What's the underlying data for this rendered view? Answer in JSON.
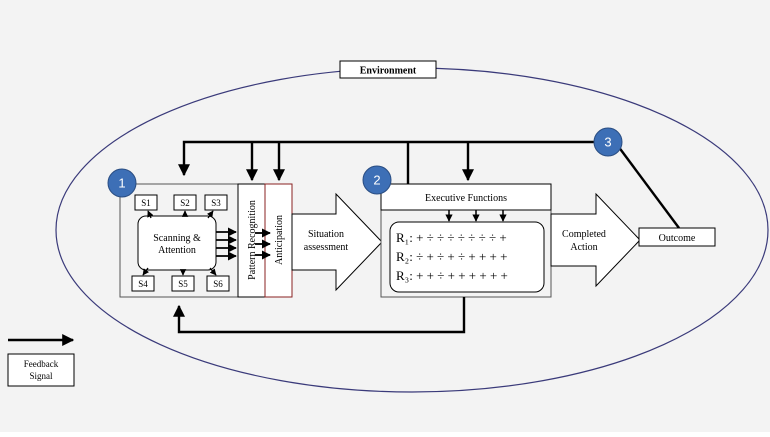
{
  "environment_label": "Environment",
  "badges": {
    "b1": "1",
    "b2": "2",
    "b3": "3"
  },
  "sensors": {
    "s1": "S1",
    "s2": "S2",
    "s3": "S3",
    "s4": "S4",
    "s5": "S5",
    "s6": "S6"
  },
  "scanning": {
    "line1": "Scanning &",
    "line2": "Attention"
  },
  "pattern_recognition": "Pattern Recognition",
  "anticipation": "Anticipation",
  "situation_assessment": {
    "line1": "Situation",
    "line2": "assessment"
  },
  "executive_functions": "Executive Functions",
  "rules": {
    "r1": "R₁: + ÷ ÷ ÷ ÷ ÷ ÷ ÷ +",
    "r2": "R₂: ÷ + ÷ + ÷ + + + +",
    "r3": "R₃: + + ÷ + + + + + +"
  },
  "completed_action": {
    "line1": "Completed",
    "line2": "Action"
  },
  "outcome": "Outcome",
  "legend": {
    "line1": "Feedback",
    "line2": "Signal"
  },
  "colors": {
    "badge": "#3d6fb6",
    "stroke": "#000000",
    "ellipse": "#3a3a7a"
  }
}
